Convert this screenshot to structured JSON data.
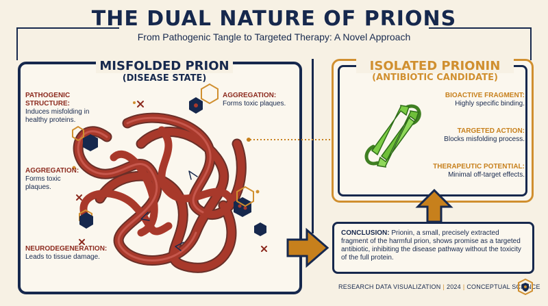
{
  "header": {
    "title": "THE DUAL NATURE OF PRIONS",
    "subtitle": "From Pathogenic Tangle to Targeted Therapy: A Novel Approach"
  },
  "left_panel": {
    "title": "MISFOLDED PRION",
    "subtitle": "(DISEASE STATE)",
    "labels": [
      {
        "heading": "PATHOGENIC STRUCTURE:",
        "text": "Induces misfolding in healthy proteins."
      },
      {
        "heading": "AGGREGATION:",
        "text": "Forms toxic plaques."
      },
      {
        "heading": "AGGREGATION:",
        "text": "Forms toxic plaques."
      },
      {
        "heading": "NEURODEGENERATION:",
        "text": "Leads to tissue damage."
      }
    ]
  },
  "right_panel": {
    "title": "ISOLATED PRIONIN",
    "subtitle": "(ANTIBIOTIC CANDIDATE)",
    "labels": [
      {
        "heading": "BIOACTIVE FRAGMENT:",
        "text": "Highly specific binding."
      },
      {
        "heading": "TARGETED ACTION:",
        "text": "Blocks misfolding process."
      },
      {
        "heading": "THERAPEUTIC POTENTIAL:",
        "text": "Minimal off-target effects."
      }
    ]
  },
  "conclusion": {
    "heading": "CONCLUSION:",
    "text": "Prionin, a small, precisely extracted fragment of the harmful prion, shows promise as a targeted antibiotic, inhibiting the disease pathway without the toxicity of the full protein."
  },
  "footer": {
    "part1": "RESEARCH DATA VISUALIZATION",
    "part2": "2024",
    "part3": "CONCEPTUAL SCIENCE"
  },
  "icons": [
    "prion-tangle-icon",
    "beta-sheet-fragment-icon",
    "hexagon-icon",
    "x-mark-icon",
    "arrow-right-icon",
    "arrow-up-icon",
    "shield-logo-icon"
  ],
  "colors": {
    "navy": "#16284d",
    "orange": "#d08f2f",
    "prion_red": "#a8392b",
    "sheet_green": "#6fbf3a",
    "background": "#f7f1e4"
  }
}
